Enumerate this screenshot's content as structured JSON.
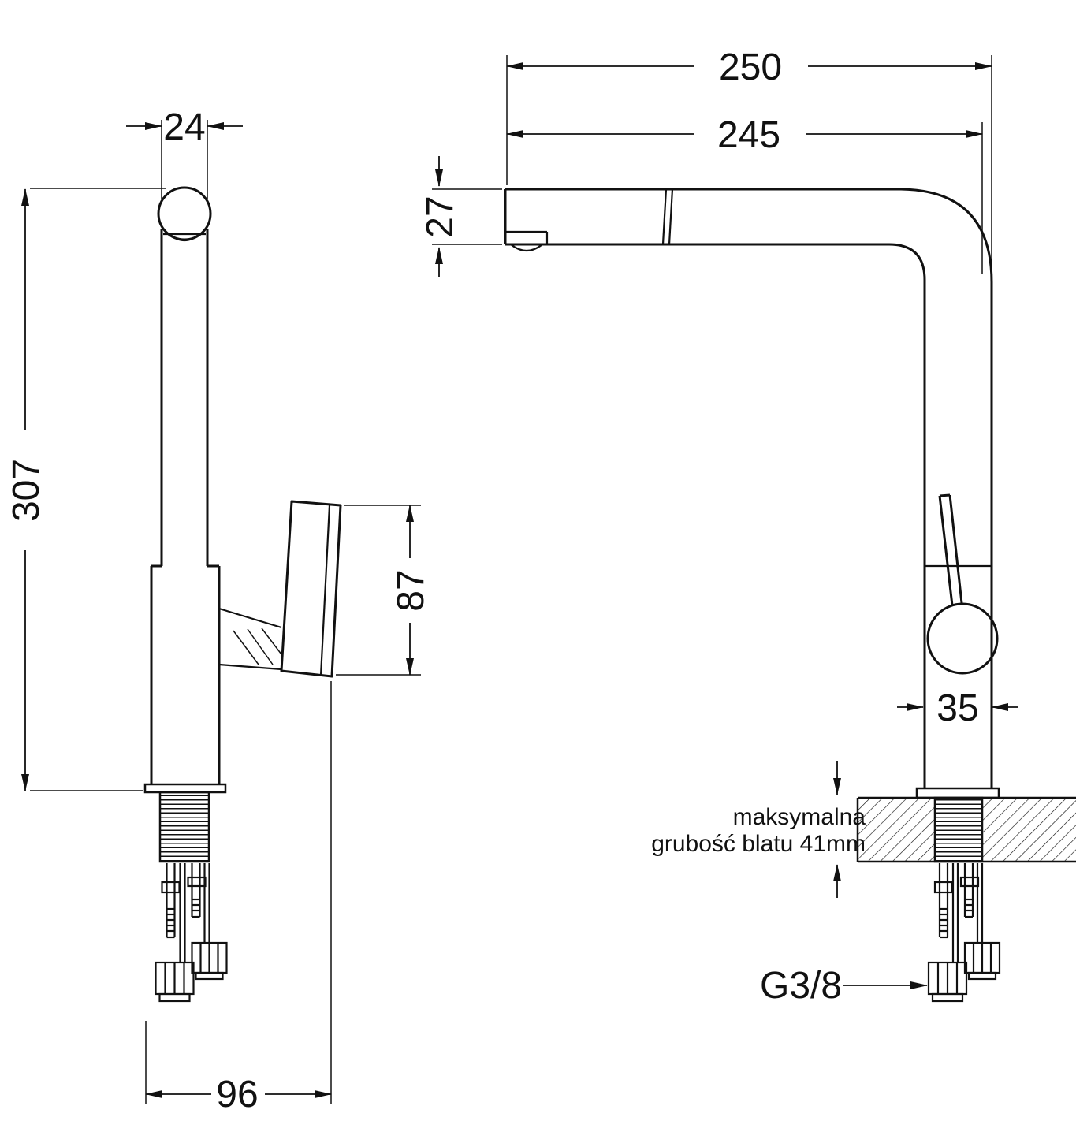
{
  "side_view": {
    "dim_width_top": "24",
    "dim_height_total": "307",
    "dim_handle": "87",
    "dim_depth_base": "96"
  },
  "front_view": {
    "dim_reach_outer": "250",
    "dim_reach_inner": "245",
    "dim_spout_tip": "27",
    "dim_body": "35",
    "note_line1": "maksymalna",
    "note_line2": "grubość blatu 41mm",
    "thread": "G3/8"
  }
}
